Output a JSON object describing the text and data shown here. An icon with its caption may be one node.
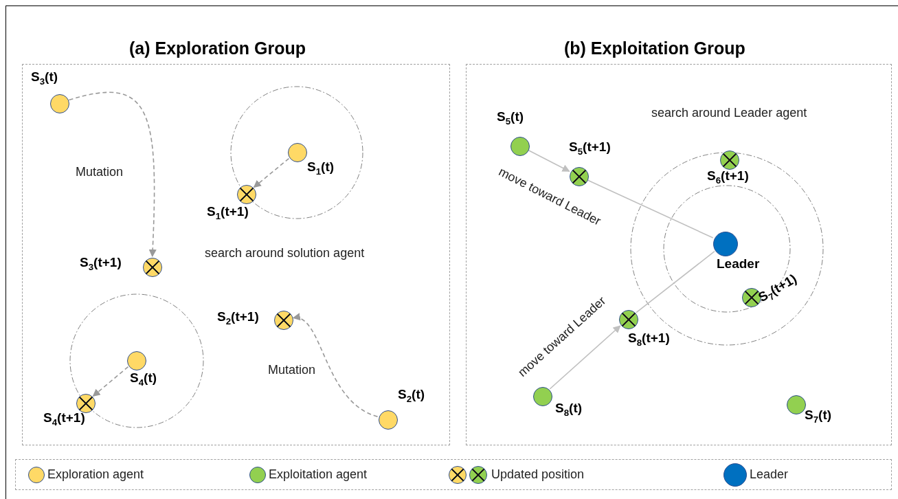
{
  "diagram": {
    "nodes": [
      {
        "text": [
          "(a) Exploration Group"
        ]
      },
      {
        "text": [],
        "shape": "circle",
        "in": 0,
        "beside": [
          "S$_{3}$(t)"
        ]
      },
      {
        "text": [],
        "shape": "circle",
        "in": 0,
        "beside": [
          "S$_{3}$(t+1)"
        ]
      },
      {
        "text": [],
        "shape": "circle",
        "in": 0,
        "beside": [
          "S$_{1}$(t)"
        ]
      },
      {
        "text": [],
        "shape": "circle",
        "in": 0,
        "beside": [
          "S$_{1}$(t+1)"
        ]
      },
      {
        "text": [],
        "shape": "circle",
        "in": 0,
        "beside": [
          "S$_{2}$(t+1)"
        ]
      },
      {
        "text": [],
        "shape": "circle",
        "in": 0,
        "beside": [
          "S$_{2}$(t)"
        ]
      },
      {
        "text": [],
        "shape": "circle",
        "in": 0,
        "beside": [
          "S$_{4}$(t)"
        ]
      },
      {
        "text": [],
        "shape": "circle",
        "in": 0,
        "beside": [
          "S$_{4}$(t+1)"
        ]
      },
      {
        "text": [
          "(b) Exploitation Group"
        ]
      },
      {
        "text": [],
        "shape": "circle",
        "in": 9,
        "beside": [
          "S$_{5}$(t)"
        ]
      },
      {
        "text": [],
        "shape": "circle",
        "in": 9,
        "beside": [
          "S$_{5}$(t+1)"
        ]
      },
      {
        "text": [],
        "shape": "circle",
        "in": 9,
        "beside": [
          "S$_{6}$(t+1)"
        ]
      },
      {
        "text": [],
        "shape": "circle",
        "in": 9,
        "beside": [
          "Leader"
        ]
      },
      {
        "text": [],
        "shape": "circle",
        "in": 9,
        "beside": [
          "S$_{7}$(t+1)"
        ]
      },
      {
        "text": [],
        "shape": "circle",
        "in": 9,
        "beside": [
          "S$_{8}$(t+1)"
        ]
      },
      {
        "text": [],
        "shape": "circle",
        "in": 9,
        "beside": [
          "S$_{8}$(t)"
        ]
      },
      {
        "text": [],
        "shape": "circle",
        "in": 9,
        "beside": [
          "S$_{7}$(t)"
        ]
      }
    ],
    "edges": [
      {
        "from": 1,
        "to": 2,
        "arrow": "to",
        "style": "dashed",
        "label": "Mutation"
      },
      {
        "from": 3,
        "to": 4,
        "arrow": "to",
        "style": "dashed"
      },
      {
        "from": 6,
        "to": 5,
        "arrow": "to",
        "style": "dashed",
        "label": "Mutation"
      },
      {
        "from": 7,
        "to": 8,
        "arrow": "to",
        "style": "dashed"
      },
      {
        "from": 10,
        "to": 11,
        "arrow": "to",
        "color": "#c0c0c0"
      },
      {
        "from": 11,
        "to": 13,
        "arrow": "none",
        "color": "#c0c0c0",
        "label": "move toward Leader"
      },
      {
        "from": 16,
        "to": 15,
        "arrow": "to",
        "color": "#c0c0c0",
        "label": "move toward Leader"
      },
      {
        "from": 15,
        "to": 13,
        "arrow": "none",
        "color": "#c0c0c0"
      }
    ],
    "labels": [
      "search around solution agent",
      "search around Leader agent"
    ],
    "legend": [
      {
        "text": "Exploration agent",
        "color": "#ffd966"
      },
      {
        "text": "Exploitation agent",
        "color": "#92d050"
      },
      {
        "text": "Updated position"
      },
      {
        "text": "Leader",
        "color": "#0070c0"
      }
    ]
  }
}
